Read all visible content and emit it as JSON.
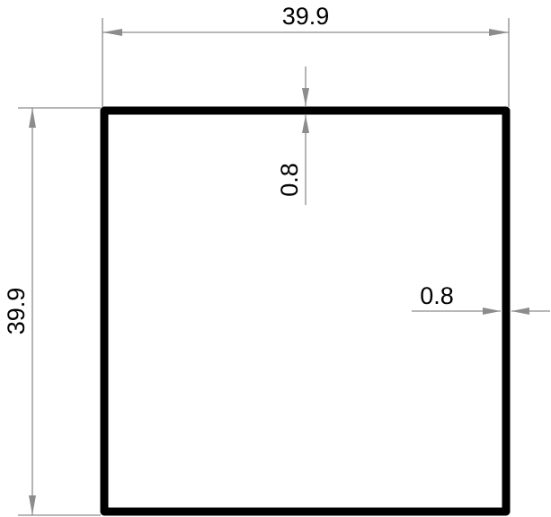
{
  "drawing": {
    "dimensions": {
      "overall_width": "39.9",
      "overall_height": "39.9",
      "top_wall_thickness": "0.8",
      "side_wall_thickness": "0.8"
    },
    "colors": {
      "profile": "#000000",
      "dimension_lines": "#8c8c8c",
      "text": "#000000",
      "background": "#ffffff"
    }
  }
}
